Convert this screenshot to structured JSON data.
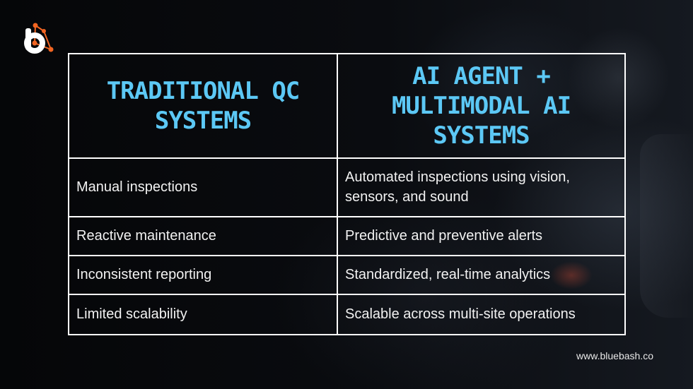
{
  "brand": {
    "logo_icon": "bluebash-logo",
    "accent_color": "#f26522",
    "website": "www.bluebash.co"
  },
  "table": {
    "headers": [
      "TRADITIONAL QC SYSTEMS",
      "AI AGENT + MULTIMODAL AI SYSTEMS"
    ],
    "header_color": "#5cc8f5",
    "rows": [
      [
        "Manual inspections",
        "Automated inspections using vision, sensors, and sound"
      ],
      [
        "Reactive maintenance",
        "Predictive and preventive alerts"
      ],
      [
        "Inconsistent reporting",
        "Standardized, real-time analytics"
      ],
      [
        "Limited scalability",
        "Scalable across multi-site operations"
      ]
    ]
  }
}
